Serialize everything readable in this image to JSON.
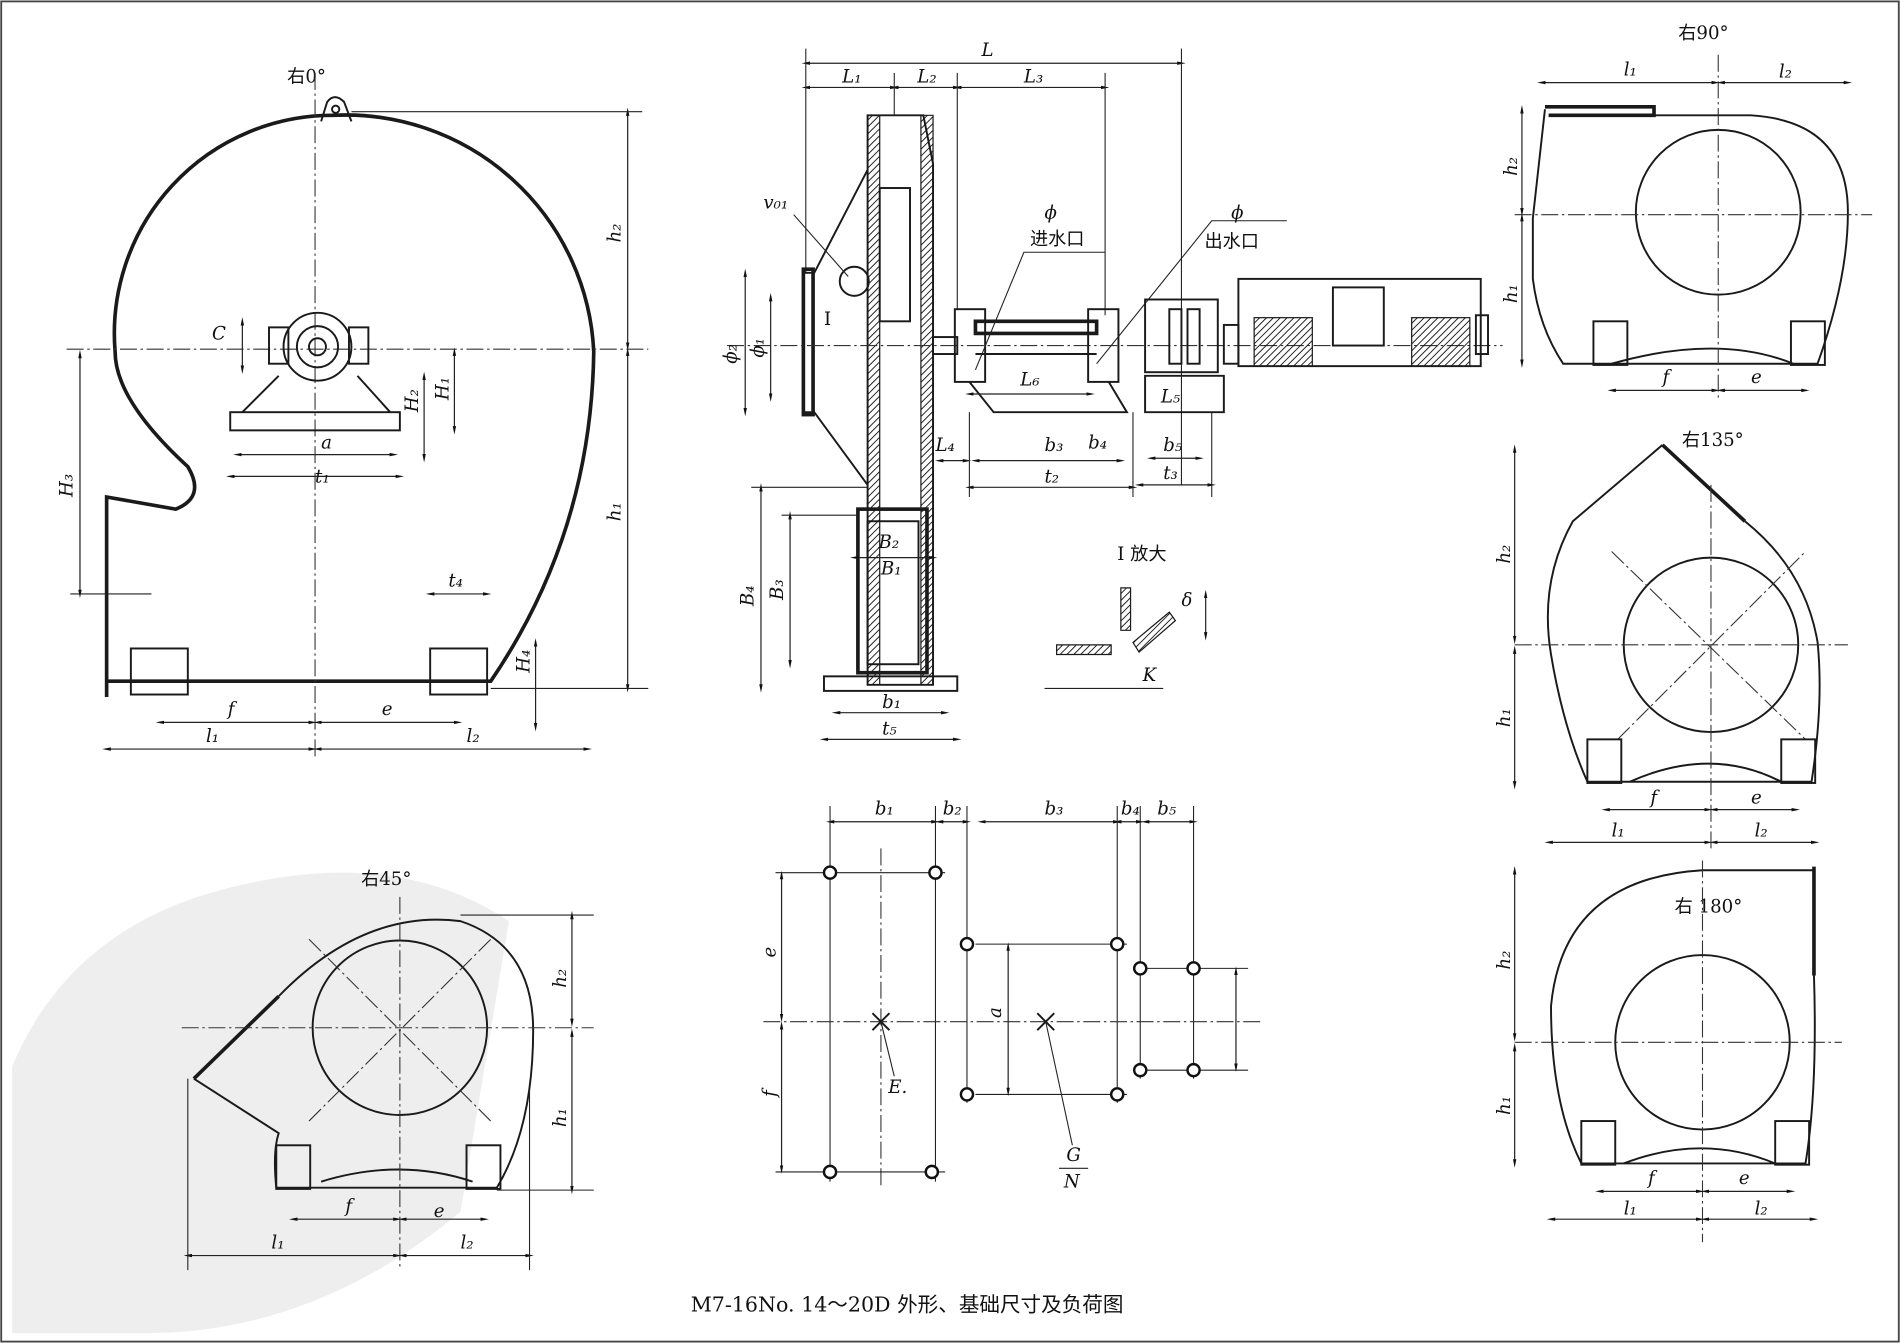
{
  "caption": "M7-16No. 14～20D 外形、基础尺寸及负荷图",
  "front_view": {
    "title": "右0°",
    "H3": "H₃",
    "h2": "h₂",
    "h1": "h₁",
    "C": "C",
    "H2": "H₂",
    "H1": "H₁",
    "a": "a",
    "t1": "t₁",
    "t4": "t₄",
    "H4": "H₄",
    "f": "f",
    "e": "e",
    "l1": "l₁",
    "l2": "l₂"
  },
  "side_view": {
    "L": "L",
    "L1": "L₁",
    "L2": "L₂",
    "L3": "L₃",
    "v01": "v₀₁",
    "I": "I",
    "phi_in": "ϕ",
    "inlet": "进水口",
    "phi_out": "ϕ",
    "outlet": "出水口",
    "phi2": "ϕ₂",
    "phi1": "ϕ₁",
    "L6": "L₆",
    "L5": "L₅",
    "L4": "L₄",
    "b3": "b₃",
    "b4": "b₄",
    "b5": "b₅",
    "t2": "t₂",
    "t3": "t₃",
    "B2": "B₂",
    "B1": "B₁",
    "B4": "B₄",
    "B3": "B₃",
    "b1": "b₁",
    "t5": "t₅"
  },
  "detail": {
    "title": "I 放大",
    "delta": "δ",
    "K": "K"
  },
  "foundation": {
    "b1": "b₁",
    "b2": "b₂",
    "b3": "b₃",
    "b4": "b₄",
    "b5": "b₅",
    "e": "e",
    "f": "f",
    "a": "a",
    "E": "E.",
    "G": "G",
    "N": "N"
  },
  "right_90": {
    "title": "右90°",
    "l1": "l₁",
    "l2": "l₂",
    "h2": "h₂",
    "h1": "h₁",
    "f": "f",
    "e": "e"
  },
  "right_135": {
    "title": "右135°",
    "l1": "l₁",
    "l2": "l₂",
    "h2": "h₂",
    "h1": "h₁",
    "f": "f",
    "e": "e"
  },
  "right_180": {
    "title": "右 180°",
    "l1": "l₁",
    "l2": "l₂",
    "h2": "h₂",
    "h1": "h₁",
    "f": "f",
    "e": "e"
  },
  "right_45": {
    "title": "右45°",
    "l1": "l₁",
    "l2": "l₂",
    "h2": "h₂",
    "h1": "h₁",
    "f": "f",
    "e": "e"
  }
}
